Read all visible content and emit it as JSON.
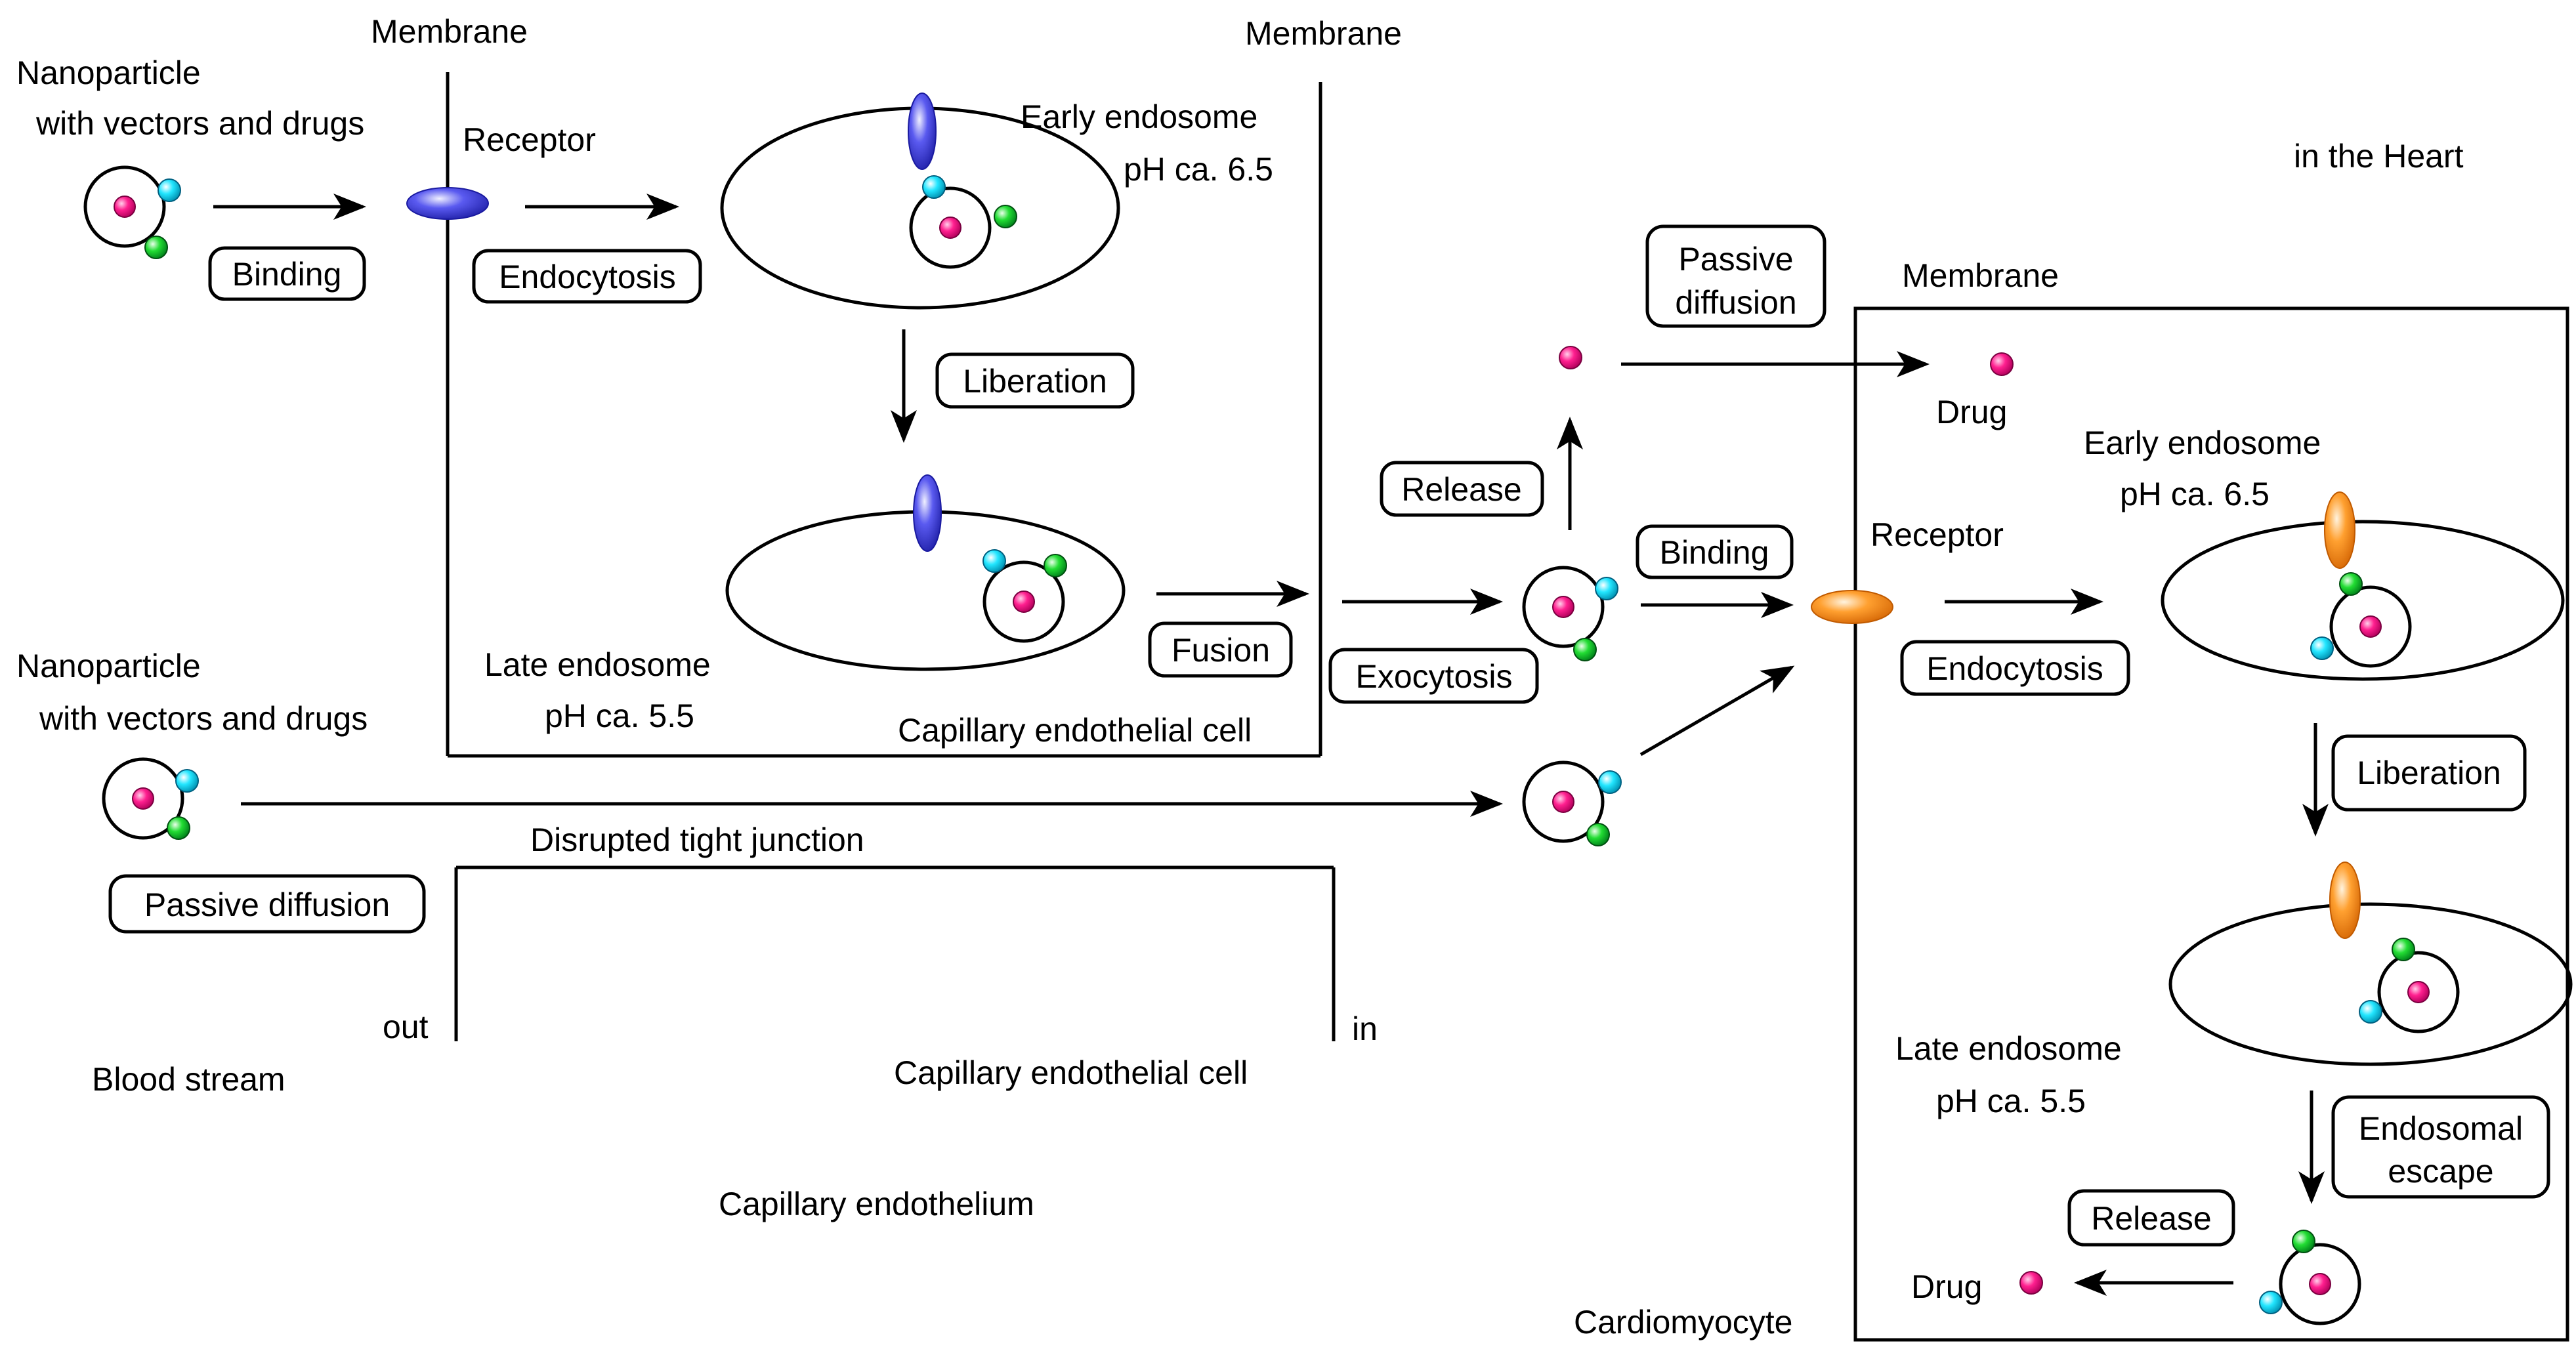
{
  "labels": {
    "membrane_top_left": "Membrane",
    "membrane_top_right": "Membrane",
    "membrane_cardio": "Membrane",
    "np_top_line1": "Nanoparticle",
    "np_top_line2": "with vectors and drugs",
    "np_mid_line1": "Nanoparticle",
    "np_mid_line2": "with vectors and drugs",
    "receptor_left": "Receptor",
    "receptor_right": "Receptor",
    "early_endosome_left_1": "Early endosome",
    "early_endosome_left_2": "pH ca. 6.5",
    "late_endosome_left_1": "Late endosome",
    "late_endosome_left_2": "pH ca. 5.5",
    "capillary_cell_top": "Capillary endothelial cell",
    "capillary_cell_bottom": "Capillary endothelial cell",
    "capillary_endothelium": "Capillary endothelium",
    "disrupted_junction": "Disrupted tight junction",
    "out": "out",
    "in": "in",
    "blood_stream": "Blood stream",
    "in_the_heart": "in the Heart",
    "drug_top": "Drug",
    "drug_bottom": "Drug",
    "early_endosome_right_1": "Early endosome",
    "early_endosome_right_2": "pH ca. 6.5",
    "late_endosome_right_1": "Late endosome",
    "late_endosome_right_2": "pH ca. 5.5",
    "cardiomyocyte": "Cardiomyocyte"
  },
  "steps": {
    "binding_left": "Binding",
    "endocytosis_left": "Endocytosis",
    "liberation_left": "Liberation",
    "fusion": "Fusion",
    "exocytosis": "Exocytosis",
    "release_top": "Release",
    "passive_diffusion_top_1": "Passive",
    "passive_diffusion_top_2": "diffusion",
    "binding_right": "Binding",
    "endocytosis_right": "Endocytosis",
    "liberation_right": "Liberation",
    "endosomal_escape_1": "Endosomal",
    "endosomal_escape_2": "escape",
    "release_bottom": "Release",
    "passive_diffusion_left": "Passive diffusion"
  },
  "colors": {
    "drug": "#ff1f8f",
    "vector_cyan": "#22e6ff",
    "vector_green": "#22dd33",
    "receptor_blue": "#3a3ae0",
    "receptor_orange": "#ff9a1f"
  }
}
